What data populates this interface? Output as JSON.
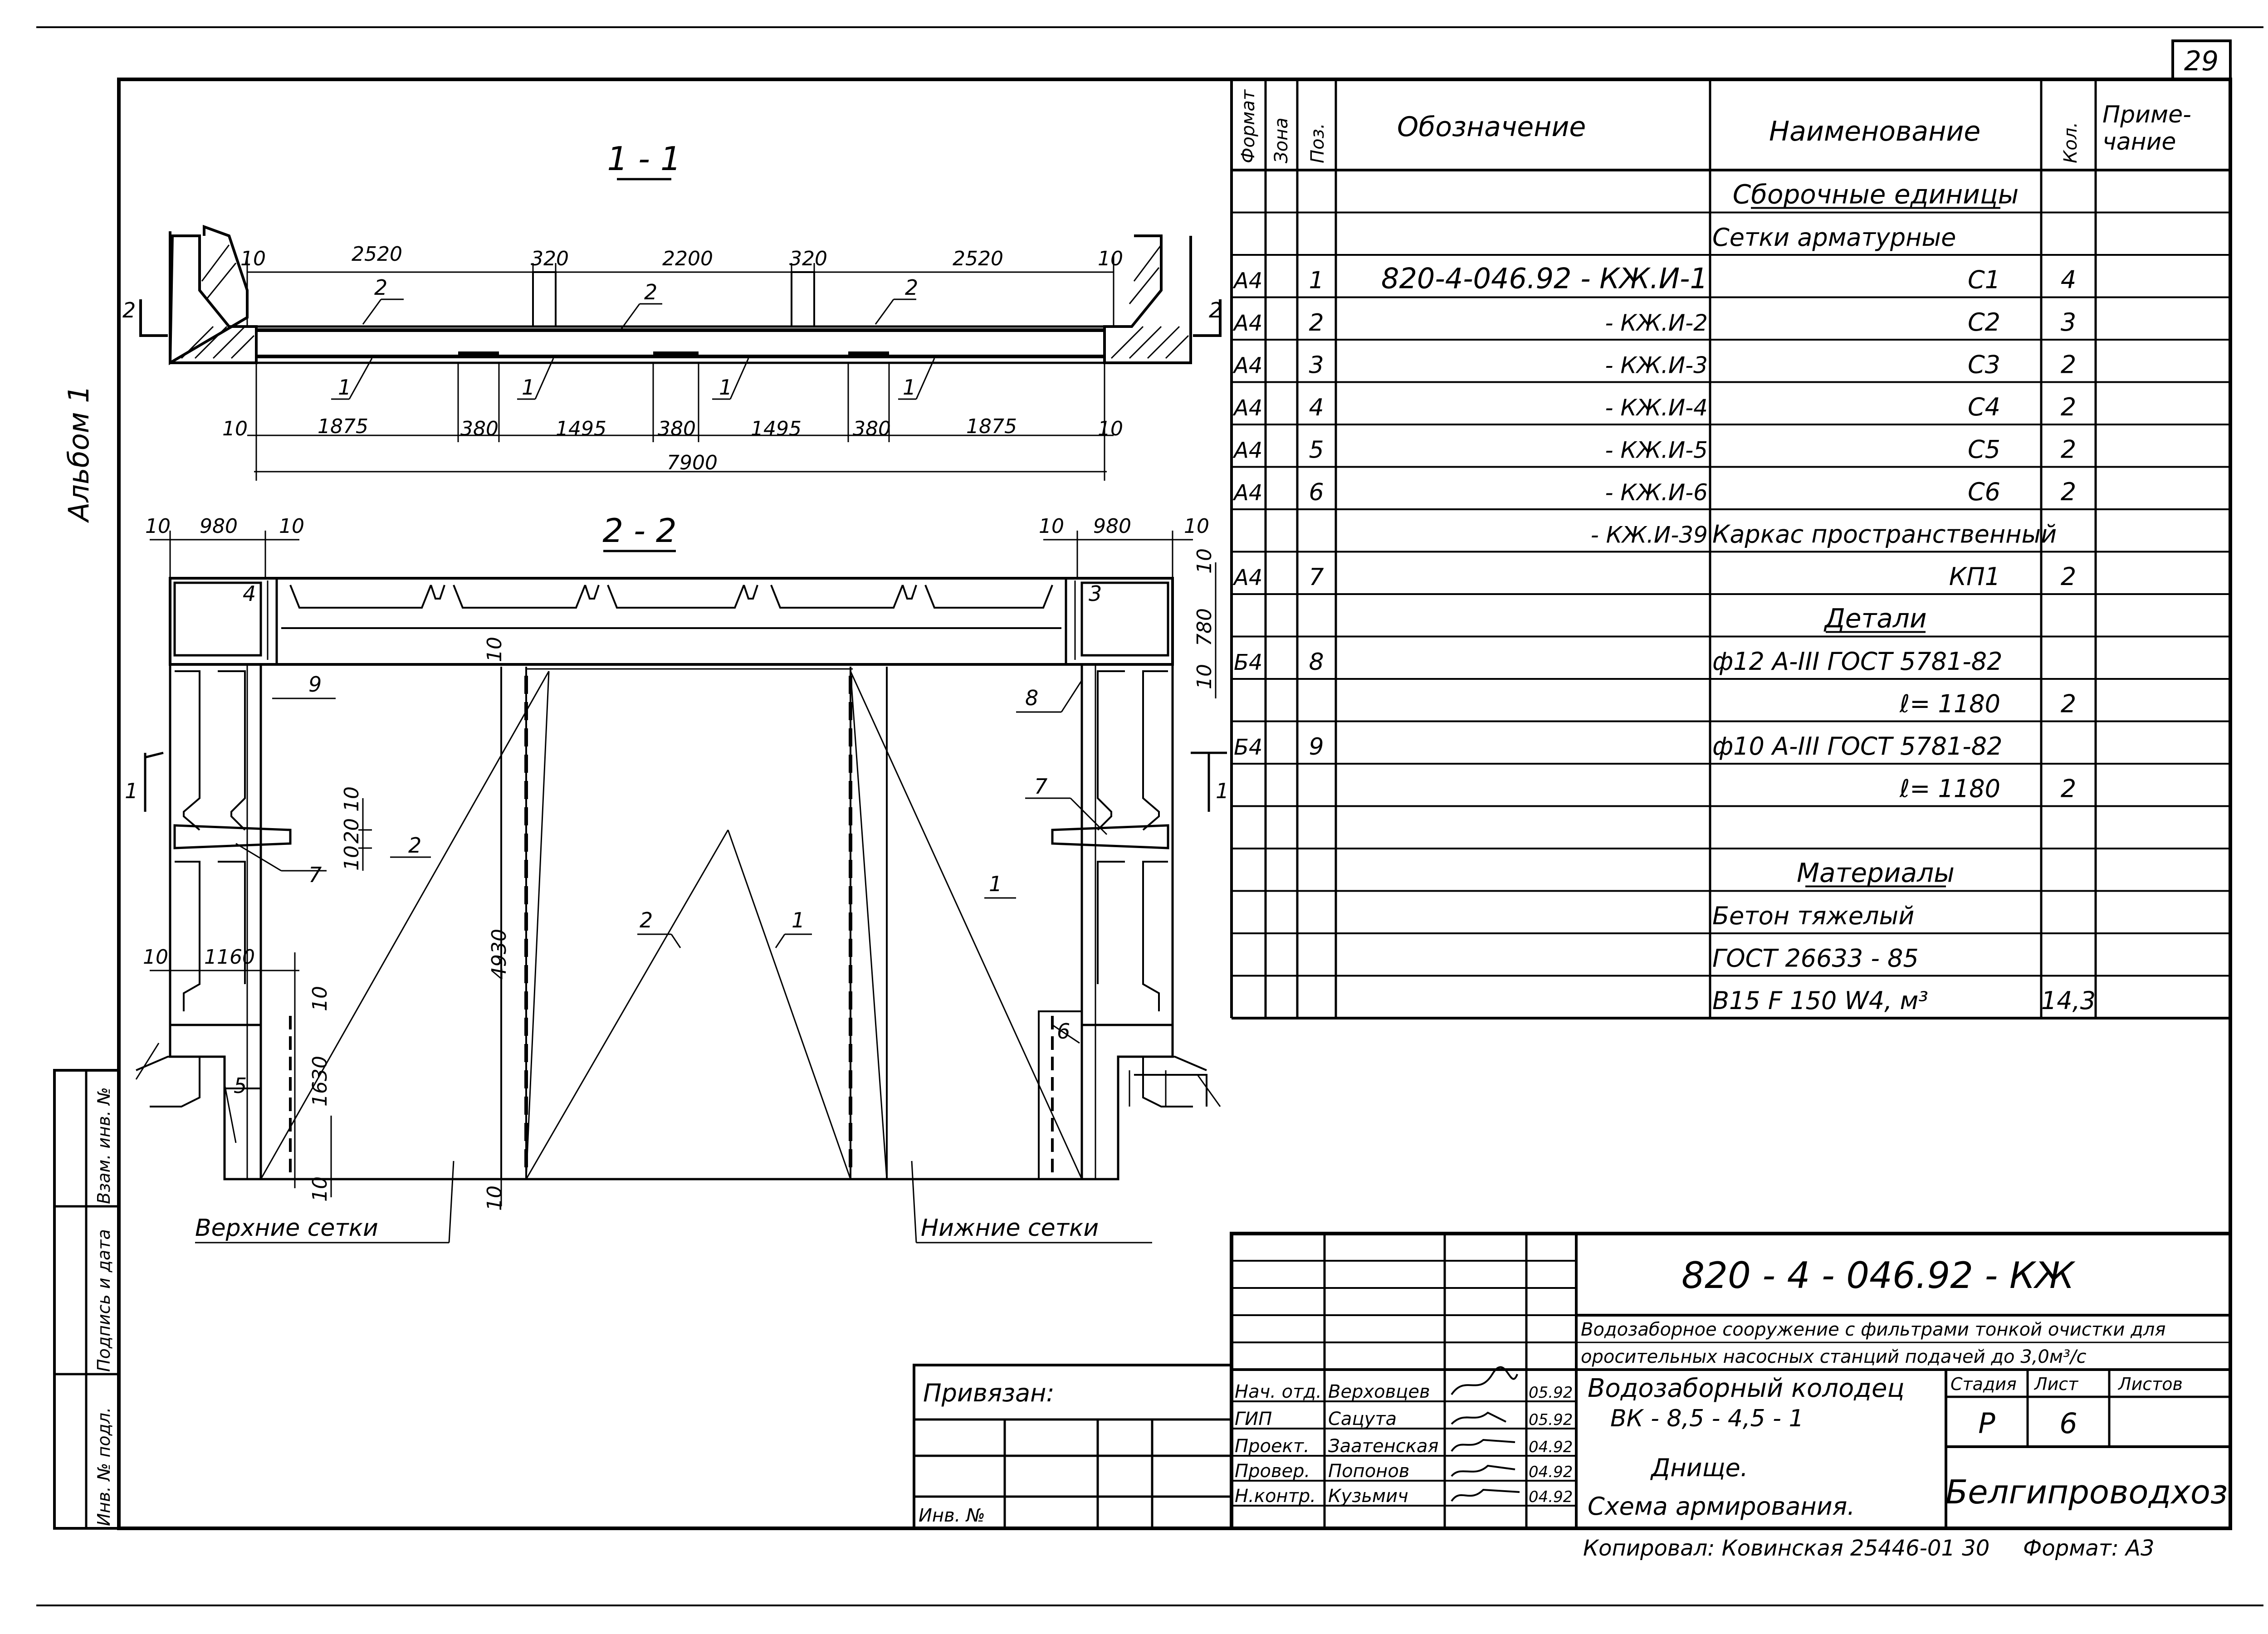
{
  "sheet": {
    "page_number": "29",
    "album": "Альбом 1",
    "designation": "820 - 4 - 046.92 - КЖ",
    "project_line1": "Водозаборное сооружение с фильтрами тонкой очистки для",
    "project_line2": "оросительных насосных станций подачей до 3,0м³/с",
    "title_line1": "Водозаборный колодец",
    "title_line2": "ВК - 8,5 - 4,5 - 1",
    "sheet_title_line1": "Днище.",
    "sheet_title_line2": "Схема армирования.",
    "stage_header": "Стадия",
    "sheet_header": "Лист",
    "sheets_header": "Листов",
    "stage": "Р",
    "sheet_no": "6",
    "company": "Белгипроводхоз",
    "bound_label": "Привязан:",
    "inv_label": "Инв. №",
    "copied": "Копировал: Ковинская   25446-01    30",
    "format": "Формат: А3"
  },
  "side_strip": [
    "Инв. № подл.",
    "Подпись и дата",
    "Взам. инв. №"
  ],
  "staff": [
    {
      "role": "Нач. отд.",
      "name": "Верховцев",
      "date": "05.92"
    },
    {
      "role": "ГИП",
      "name": "Сацута",
      "date": "05.92"
    },
    {
      "role": "Проект.",
      "name": "Заатенская",
      "date": "04.92"
    },
    {
      "role": "Провер.",
      "name": "Попонов",
      "date": "04.92"
    },
    {
      "role": "Н.контр.",
      "name": "Кузьмич",
      "date": "04.92"
    }
  ],
  "spec": {
    "headers": {
      "format": "Формат",
      "zone": "Зона",
      "pos": "Поз.",
      "designation": "Обозначение",
      "name": "Наименование",
      "qty": "Кол.",
      "note": "Приме-\nчание"
    },
    "rows": [
      {
        "fmt": "",
        "pos": "",
        "des": "",
        "name": "Сборочные единицы",
        "qty": "",
        "type": "heading"
      },
      {
        "fmt": "",
        "pos": "",
        "des": "",
        "name": "Сетки арматурные",
        "qty": "",
        "type": "left"
      },
      {
        "fmt": "А4",
        "pos": "1",
        "des": "820-4-046.92 - КЖ.И-1",
        "name": "С1",
        "qty": "4",
        "type": "right"
      },
      {
        "fmt": "А4",
        "pos": "2",
        "des": "- КЖ.И-2",
        "name": "С2",
        "qty": "3",
        "type": "right"
      },
      {
        "fmt": "А4",
        "pos": "3",
        "des": "- КЖ.И-3",
        "name": "С3",
        "qty": "2",
        "type": "right"
      },
      {
        "fmt": "А4",
        "pos": "4",
        "des": "- КЖ.И-4",
        "name": "С4",
        "qty": "2",
        "type": "right"
      },
      {
        "fmt": "А4",
        "pos": "5",
        "des": "- КЖ.И-5",
        "name": "С5",
        "qty": "2",
        "type": "right"
      },
      {
        "fmt": "А4",
        "pos": "6",
        "des": "- КЖ.И-6",
        "name": "С6",
        "qty": "2",
        "type": "right"
      },
      {
        "fmt": "",
        "pos": "",
        "des": "- КЖ.И-39",
        "name": "Каркас пространственный",
        "qty": "",
        "type": "left"
      },
      {
        "fmt": "А4",
        "pos": "7",
        "des": "",
        "name": "КП1",
        "qty": "2",
        "type": "right"
      },
      {
        "fmt": "",
        "pos": "",
        "des": "",
        "name": "Детали",
        "qty": "",
        "type": "heading"
      },
      {
        "fmt": "Б4",
        "pos": "8",
        "des": "",
        "name": "ф12 А-III ГОСТ 5781-82",
        "qty": "",
        "type": "left"
      },
      {
        "fmt": "",
        "pos": "",
        "des": "",
        "name": "ℓ= 1180",
        "qty": "2",
        "type": "right"
      },
      {
        "fmt": "Б4",
        "pos": "9",
        "des": "",
        "name": "ф10 А-III ГОСТ 5781-82",
        "qty": "",
        "type": "left"
      },
      {
        "fmt": "",
        "pos": "",
        "des": "",
        "name": "ℓ= 1180",
        "qty": "2",
        "type": "right"
      },
      {
        "fmt": "",
        "pos": "",
        "des": "",
        "name": "",
        "qty": "",
        "type": "left"
      },
      {
        "fmt": "",
        "pos": "",
        "des": "",
        "name": "Материалы",
        "qty": "",
        "type": "heading"
      },
      {
        "fmt": "",
        "pos": "",
        "des": "",
        "name": "Бетон тяжелый",
        "qty": "",
        "type": "left"
      },
      {
        "fmt": "",
        "pos": "",
        "des": "",
        "name": "ГОСТ 26633 - 85",
        "qty": "",
        "type": "left"
      },
      {
        "fmt": "",
        "pos": "",
        "des": "",
        "name": "В15  F 150  W4,        м³",
        "qty": "14,3",
        "type": "left"
      }
    ]
  },
  "drawing": {
    "section11": {
      "title": "1 - 1",
      "top_dims": [
        "10",
        "2520",
        "320",
        "2200",
        "320",
        "2520",
        "10"
      ],
      "bottom_dims": [
        "10",
        "1875",
        "380",
        "1495",
        "380",
        "1495",
        "380",
        "1875",
        "10"
      ],
      "total": "7900",
      "cut_mark": "2",
      "labels_2": [
        "2",
        "2",
        "2"
      ],
      "labels_1": [
        "1",
        "1",
        "1",
        "1"
      ]
    },
    "section22": {
      "title": "2 - 2",
      "dims": [
        "10",
        "980",
        "10",
        "10",
        "980",
        "10",
        "10",
        "780",
        "10",
        "10",
        "1160",
        "10",
        "4930",
        "1630",
        "10",
        "10",
        "10",
        "10",
        "20",
        "10"
      ],
      "pos_labels": [
        "4",
        "3",
        "9",
        "8",
        "7",
        "7",
        "2",
        "2",
        "1",
        "1",
        "5",
        "6"
      ],
      "cut_mark": "1",
      "upper_nets": "Верхние сетки",
      "lower_nets": "Нижние сетки"
    }
  }
}
